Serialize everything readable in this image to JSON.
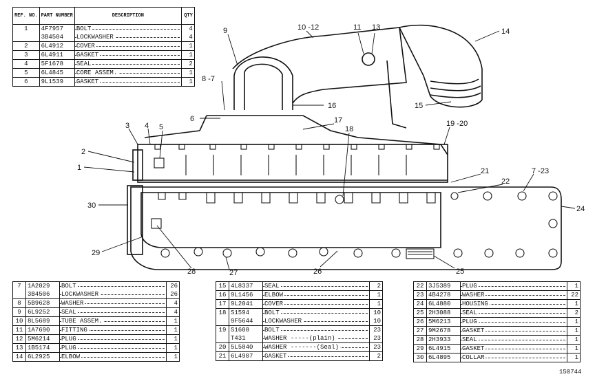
{
  "header_table": {
    "columns": {
      "ref": "REF. NO.",
      "part": "PART NUMBER",
      "desc": "DESCRIPTION",
      "qty": "QTY"
    },
    "rows": [
      {
        "ref": "1",
        "part": "4F7957",
        "desc": "BOLT",
        "qty": "4"
      },
      {
        "ref": "",
        "part": "3B4504",
        "desc": "LOCKWASHER",
        "qty": "4"
      },
      {
        "ref": "2",
        "part": "6L4912",
        "desc": "COVER",
        "qty": "1"
      },
      {
        "ref": "3",
        "part": "6L4911",
        "desc": "GASKET",
        "qty": "1"
      },
      {
        "ref": "4",
        "part": "5F1678",
        "desc": "SEAL",
        "qty": "2"
      },
      {
        "ref": "5",
        "part": "6L4845",
        "desc": "CORE ASSEM.",
        "qty": "1"
      },
      {
        "ref": "6",
        "part": "9L1539",
        "desc": "GASKET",
        "qty": "1"
      }
    ]
  },
  "table_a": {
    "rows": [
      {
        "ref": "7",
        "part": "1A2029",
        "desc": "BOLT",
        "qty": "26"
      },
      {
        "ref": "",
        "part": "3B4506",
        "desc": "LOCKWASHER",
        "qty": "26"
      },
      {
        "ref": "8",
        "part": "5B9628",
        "desc": "WASHER",
        "qty": "4"
      },
      {
        "ref": "9",
        "part": "6L9252",
        "desc": "SEAL",
        "qty": "4"
      },
      {
        "ref": "10",
        "part": "8L5689",
        "desc": "TUBE ASSEM.",
        "qty": "1"
      },
      {
        "ref": "11",
        "part": "1A7690",
        "desc": "FITTING",
        "qty": "1"
      },
      {
        "ref": "12",
        "part": "5M6214",
        "desc": "PLUG",
        "qty": "1"
      },
      {
        "ref": "13",
        "part": "1B5174",
        "desc": "PLUG",
        "qty": "1"
      },
      {
        "ref": "14",
        "part": "6L2925",
        "desc": "ELBOW",
        "qty": "1"
      }
    ]
  },
  "table_b": {
    "rows": [
      {
        "ref": "15",
        "part": "4L8337",
        "desc": "SEAL",
        "qty": "2"
      },
      {
        "ref": "16",
        "part": "9L1456",
        "desc": "ELBOW",
        "qty": "1"
      },
      {
        "ref": "17",
        "part": "9L2041",
        "desc": "COVER",
        "qty": "1"
      },
      {
        "ref": "18",
        "part": "S1594",
        "desc": "BOLT",
        "qty": "10"
      },
      {
        "ref": "",
        "part": "9F5644",
        "desc": "LOCKWASHER",
        "qty": "10"
      },
      {
        "ref": "19",
        "part": "S1608",
        "desc": "BOLT",
        "qty": "23"
      },
      {
        "ref": "",
        "part": "T431",
        "desc": "WASHER -----(plain)",
        "qty": "23"
      },
      {
        "ref": "20",
        "part": "5L5840",
        "desc": "WASHER -------(Seal)",
        "qty": "23"
      },
      {
        "ref": "21",
        "part": "6L4907",
        "desc": "GASKET",
        "qty": "2"
      }
    ]
  },
  "table_c": {
    "rows": [
      {
        "ref": "22",
        "part": "3J5389",
        "desc": "PLUG",
        "qty": "1"
      },
      {
        "ref": "23",
        "part": "4B4278",
        "desc": "WASHER",
        "qty": "22"
      },
      {
        "ref": "24",
        "part": "6L4880",
        "desc": "HOUSING",
        "qty": "1"
      },
      {
        "ref": "25",
        "part": "2H3088",
        "desc": "SEAL",
        "qty": "2"
      },
      {
        "ref": "26",
        "part": "5M6213",
        "desc": "PLUG",
        "qty": "1"
      },
      {
        "ref": "27",
        "part": "9M2678",
        "desc": "GASKET",
        "qty": "1"
      },
      {
        "ref": "28",
        "part": "2H3933",
        "desc": "SEAL",
        "qty": "1"
      },
      {
        "ref": "29",
        "part": "6L4915",
        "desc": "GASKET",
        "qty": "1"
      },
      {
        "ref": "30",
        "part": "6L4895",
        "desc": "COLLAR",
        "qty": "1"
      }
    ]
  },
  "callouts": [
    "1",
    "2",
    "3",
    "4",
    "5",
    "6",
    "8 -7",
    "9",
    "10 -12",
    "11",
    "13",
    "14",
    "15",
    "16",
    "17",
    "18",
    "19 -20",
    "21",
    "22",
    "7 -23",
    "24",
    "25",
    "26",
    "27",
    "28",
    "29",
    "30"
  ],
  "illustration_id": "150744"
}
